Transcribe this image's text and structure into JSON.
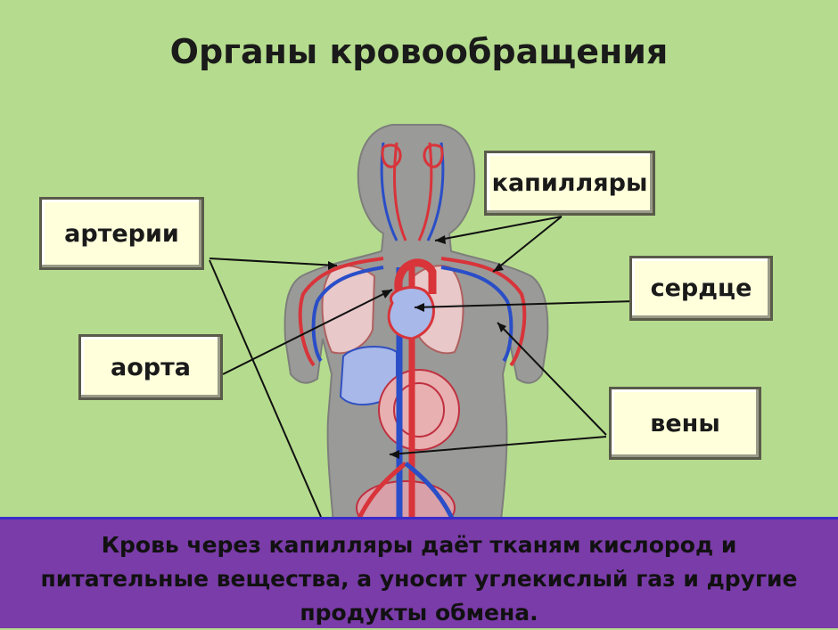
{
  "title": "Органы кровообращения",
  "labels": {
    "arteries": "артерии",
    "capillaries": "капилляры",
    "heart": "сердце",
    "aorta": "аорта",
    "veins": "вены"
  },
  "footer": {
    "text": "Кровь через капилляры даёт тканям кислород и питательные вещества, а уносит углекислый газ и другие продукты обмена."
  },
  "colors": {
    "background": "#b5dc8e",
    "label_fill": "#ffffdc",
    "footer_fill": "#7a3ca8",
    "artery": "#d8343a",
    "vein": "#2a4ec8",
    "body": "#9a9a98"
  }
}
